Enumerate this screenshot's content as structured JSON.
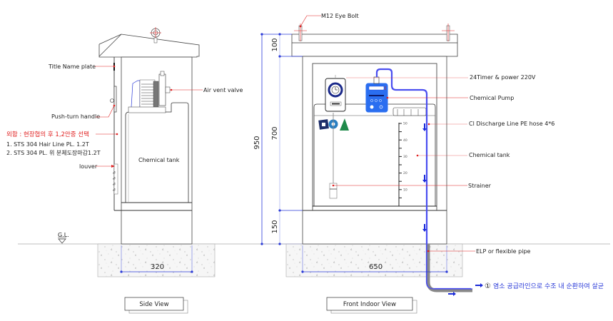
{
  "colors": {
    "leader": "#e02020",
    "dimension": "#2a3ad8",
    "outline": "#333333",
    "hose": "#4a4ef0",
    "concrete": "#f2f2f2"
  },
  "side_view": {
    "caption": "Side View",
    "labels": {
      "name_plate": "Title Name plate",
      "handle": "Push-turn handle",
      "air_vent": "Air vent valve",
      "tank": "Chemical tank",
      "louver": "louver",
      "housing_note": "외함 : 현장협의 후 1,2안중 선택",
      "option_1": "1. STS 304 Hair Line PL. 1.2T",
      "option_2": "2. STS 304 PL. 위 분체도장마감1.2T"
    },
    "ground_label": "G.L.",
    "width_dim": "320"
  },
  "front_view": {
    "caption": "Front Indoor View",
    "labels": {
      "eye_bolt": "M12  Eye Bolt",
      "timer": "24Timer & power 220V",
      "pump": "Chemical Pump",
      "discharge": "Cl Discharge Line PE hose 4*6",
      "tank": "Chemical tank",
      "strainer": "Strainer",
      "pipe": "ELP or flexible pipe",
      "supply_note_num": "①",
      "supply_note": "염소 공급라인으로 수조 내 순환하여 살균"
    },
    "dims": {
      "total_height": "950",
      "roof": "100",
      "body": "700",
      "base": "150",
      "width": "650"
    },
    "scale_ticks": [
      "50",
      "40",
      "30",
      "20",
      "10"
    ]
  }
}
